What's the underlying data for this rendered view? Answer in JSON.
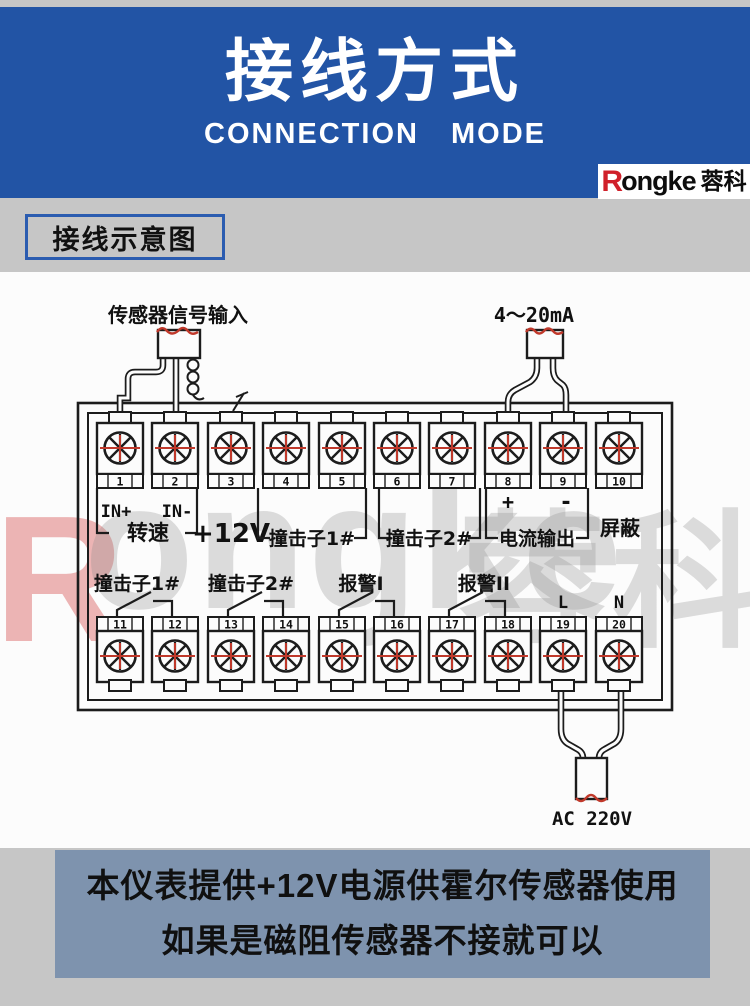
{
  "header": {
    "title": "接线方式",
    "subtitle": "CONNECTION MODE",
    "bg": "#2254a5",
    "logo": {
      "mark": "R",
      "name": "ongke",
      "cn": "蓉科"
    }
  },
  "section": {
    "label": "接线示意图"
  },
  "diagram": {
    "top_labels": {
      "sensor_input": "传感器信号输入",
      "current_loop": "4～20mA"
    },
    "terminals": {
      "row1": [
        "1",
        "2",
        "3",
        "4",
        "5",
        "6",
        "7",
        "8",
        "9",
        "10"
      ],
      "row2": [
        "11",
        "12",
        "13",
        "14",
        "15",
        "16",
        "17",
        "18",
        "19",
        "20"
      ]
    },
    "row1_labels": {
      "in_plus": "IN+",
      "in_minus": "IN-",
      "speed": "转速",
      "power": "+12V",
      "striker1": "撞击子1#",
      "striker2": "撞击子2#",
      "plus": "+",
      "minus": "-",
      "current_out": "电流输出",
      "shield": "屏蔽"
    },
    "row2_labels": {
      "striker1": "撞击子1#",
      "striker2": "撞击子2#",
      "alarm1": "报警I",
      "alarm2": "报警II",
      "line": "L",
      "neutral": "N"
    },
    "bottom_label": "AC 220V",
    "watermark": {
      "mark": "R",
      "name": "ongke",
      "cn": "蓉科",
      "mark_color": "rgba(214,80,80,0.42)",
      "text_color": "rgba(142,142,142,0.30)"
    },
    "colors": {
      "line": "#1c1c1c",
      "accent_red": "#c0392b",
      "border_blue": "#2b5cb0"
    }
  },
  "footer": {
    "bg": "#7e93ae",
    "line1": "本仪表提供+12V电源供霍尔传感器使用",
    "line2": "如果是磁阻传感器不接就可以"
  }
}
